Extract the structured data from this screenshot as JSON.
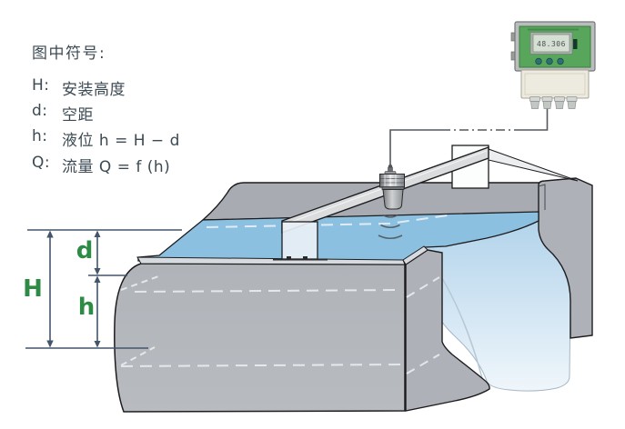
{
  "legend": {
    "title": "图中符号:",
    "items": [
      {
        "symbol": "H:",
        "text": "安装高度"
      },
      {
        "symbol": "d:",
        "text": "空距"
      },
      {
        "symbol": "h:",
        "text": "液位 h = H − d"
      },
      {
        "symbol": "Q:",
        "text": "流量 Q = f (h)"
      }
    ]
  },
  "dimensions": {
    "installation_height_label": "H",
    "air_gap_label": "d",
    "liquid_level_label": "h"
  },
  "device": {
    "display_value": "48.306"
  },
  "colors": {
    "legend_text": "#3c4a53",
    "accent_green": "#2e8b45",
    "dimension_line": "#43556b",
    "water_surface": "#8cc0e1",
    "falling_water_top": "#b7d6eb",
    "falling_water_bottom": "#eef6fb",
    "wall_gray": "#b3b7bc",
    "far_wall_gray": "#a8acb2",
    "device_green": "#58a65c",
    "junction_box_beige": "#edeadf"
  }
}
